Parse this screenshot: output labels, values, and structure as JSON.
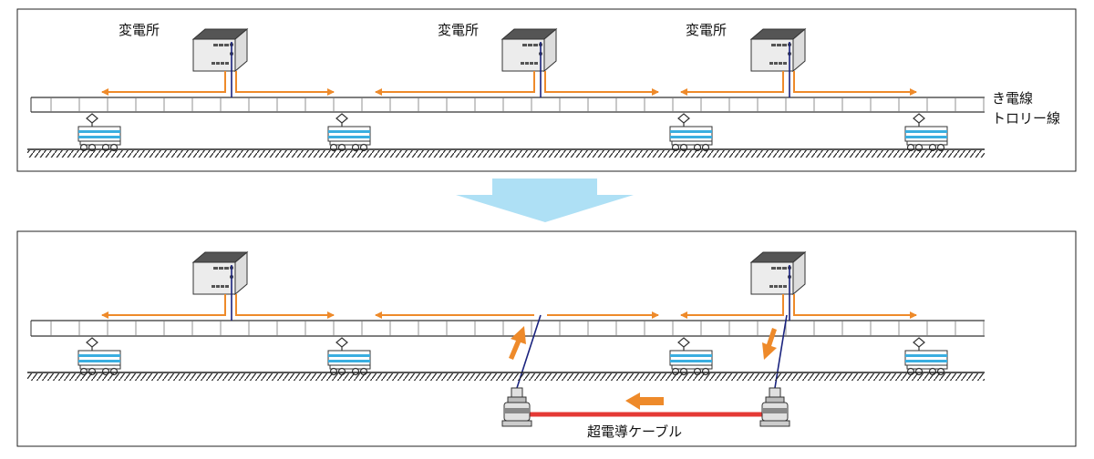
{
  "top_panel": {
    "substation_labels": [
      "変電所",
      "変電所",
      "変電所"
    ],
    "feeder_label": "き電線",
    "trolley_label": "トロリー線"
  },
  "bottom_panel": {
    "cable_label": "超電導ケーブル"
  },
  "colors": {
    "frame": "#222222",
    "feed_arrow": "#ee8a2a",
    "power_line": "#1a237e",
    "sc_cable": "#e53935",
    "big_arrow": "#aee0f5",
    "train_stripe": "#3aaee0"
  }
}
